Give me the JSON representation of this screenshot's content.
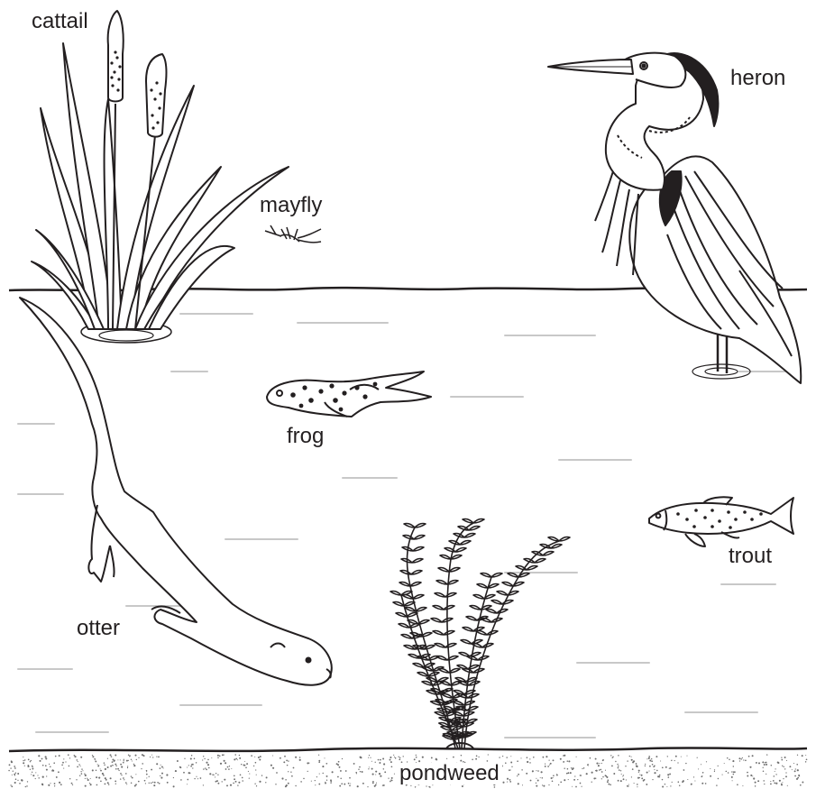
{
  "labels": {
    "cattail": "cattail",
    "heron": "heron",
    "mayfly": "mayfly",
    "frog": "frog",
    "trout": "trout",
    "otter": "otter",
    "pondweed": "pondweed"
  },
  "colors": {
    "ink": "#231f20",
    "background": "#ffffff",
    "water_streak": "#c8c8c8",
    "sediment_dot": "#6e6e6e"
  }
}
